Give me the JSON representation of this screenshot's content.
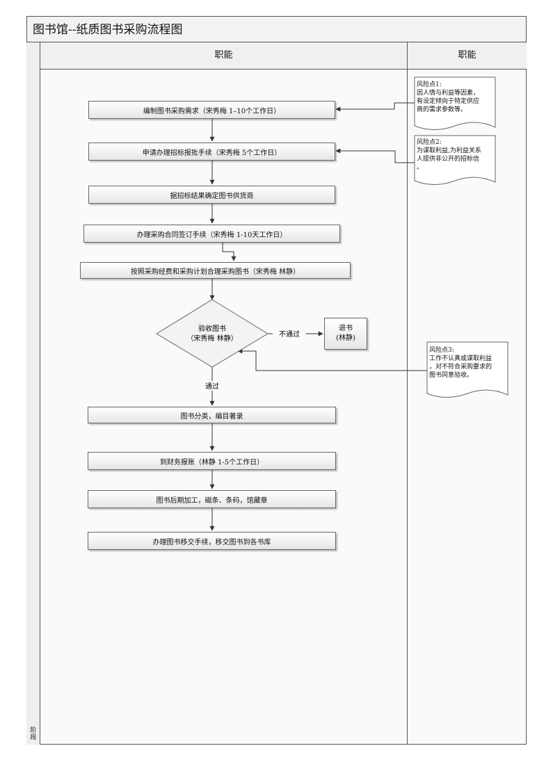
{
  "title": "图书馆--纸质图书采购流程图",
  "lanes": [
    "职能",
    "职能"
  ],
  "stage_label": "阶段",
  "steps": [
    "编制图书采购需求（宋秀梅 1–10个工作日）",
    "申请办理招标报批手续（宋秀梅 5个工作日）",
    "据招标结果确定图书供货商",
    "办理采购合同签订手续（宋秀梅 1-10天工作日）",
    "按照采购经费和采购计划合理采购图书（宋秀梅 林静）",
    "图书分类，编目著录",
    "到财务报账（林静 1-5个工作日）",
    "图书后期加工，磁条、条码，馆藏章",
    "办理图书移交手续，移交图书到各书库"
  ],
  "decision": {
    "line1": "验收图书",
    "line2": "（宋秀梅 林静）"
  },
  "reject_label": "不通过",
  "pass_label": "通过",
  "return_box": {
    "line1": "退书",
    "line2": "(林静)"
  },
  "risks": [
    {
      "title": "风险点1:",
      "lines": [
        "因人情与利益等因素，",
        "有设定倾向于特定供应",
        "商的需求参数等。"
      ]
    },
    {
      "title": "风险点2:",
      "lines": [
        "为谋取利益,为利益关系",
        "人提供非公开的招标信",
        "。"
      ]
    },
    {
      "title": "风险点3:",
      "lines": [
        "工作不认真或谋取利益",
        "，对不符合采购要求的",
        "图书同意验收。"
      ]
    }
  ]
}
